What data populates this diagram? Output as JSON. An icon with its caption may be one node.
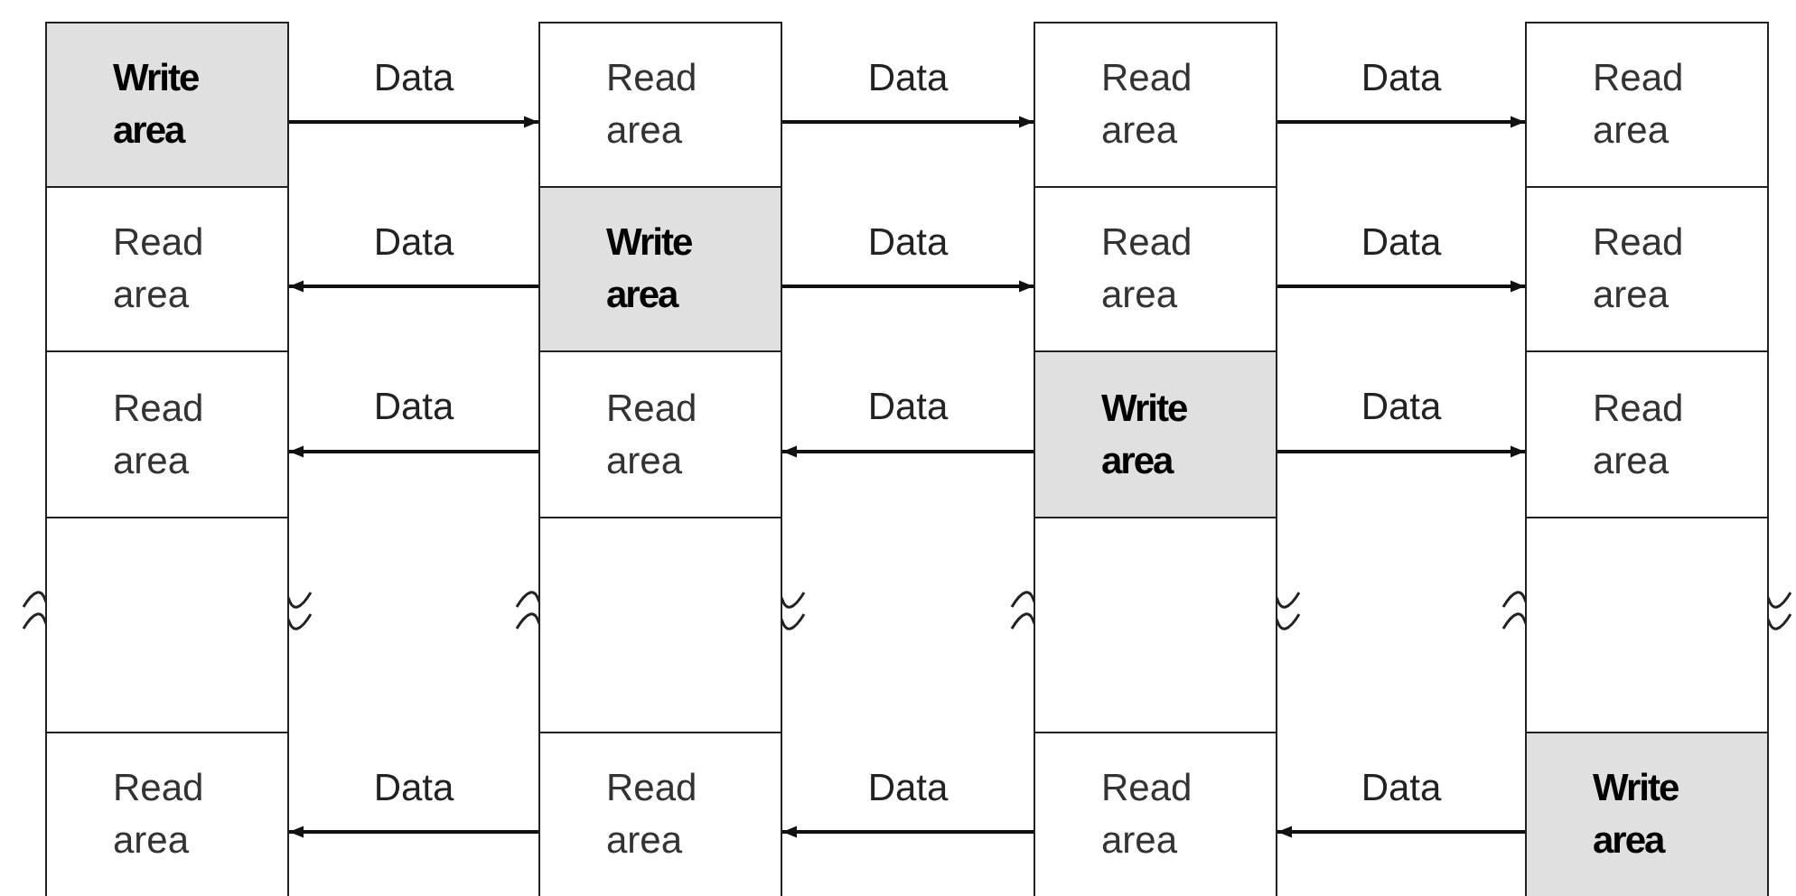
{
  "diagram": {
    "nodes": [
      {
        "text": [
          "Write area"
        ]
      },
      {
        "text": [
          "Read area"
        ]
      },
      {
        "text": [
          "Read area"
        ]
      },
      {
        "text": [
          "Read area"
        ]
      },
      {
        "text": [
          "Read area"
        ]
      },
      {
        "text": [
          "Write area"
        ]
      },
      {
        "text": [
          "Read area"
        ]
      },
      {
        "text": [
          "Read area"
        ]
      },
      {
        "text": [
          "Read area"
        ]
      },
      {
        "text": [
          "Read area"
        ]
      },
      {
        "text": [
          "Write area"
        ]
      },
      {
        "text": [
          "Read area"
        ]
      },
      {
        "text": [],
        "shape": "box"
      },
      {
        "text": [],
        "shape": "box"
      },
      {
        "text": [],
        "shape": "box"
      },
      {
        "text": [],
        "shape": "box"
      },
      {
        "text": [
          "Read area"
        ]
      },
      {
        "text": [
          "Read area"
        ]
      },
      {
        "text": [
          "Read area"
        ]
      },
      {
        "text": [
          "Write area"
        ]
      }
    ],
    "edges": [
      {
        "from": 0,
        "to": 1,
        "arrow": "to",
        "label": "Data"
      },
      {
        "from": 1,
        "to": 2,
        "arrow": "to",
        "label": "Data"
      },
      {
        "from": 2,
        "to": 3,
        "arrow": "to",
        "label": "Data"
      },
      {
        "from": 5,
        "to": 4,
        "arrow": "to",
        "label": "Data"
      },
      {
        "from": 5,
        "to": 6,
        "arrow": "to",
        "label": "Data"
      },
      {
        "from": 6,
        "to": 7,
        "arrow": "to",
        "label": "Data"
      },
      {
        "from": 9,
        "to": 8,
        "arrow": "to",
        "label": "Data"
      },
      {
        "from": 10,
        "to": 9,
        "arrow": "to",
        "label": "Data"
      },
      {
        "from": 10,
        "to": 11,
        "arrow": "to",
        "label": "Data"
      },
      {
        "from": 17,
        "to": 16,
        "arrow": "to",
        "label": "Data"
      },
      {
        "from": 18,
        "to": 17,
        "arrow": "to",
        "label": "Data"
      },
      {
        "from": 19,
        "to": 18,
        "arrow": "to",
        "label": "Data"
      }
    ]
  }
}
